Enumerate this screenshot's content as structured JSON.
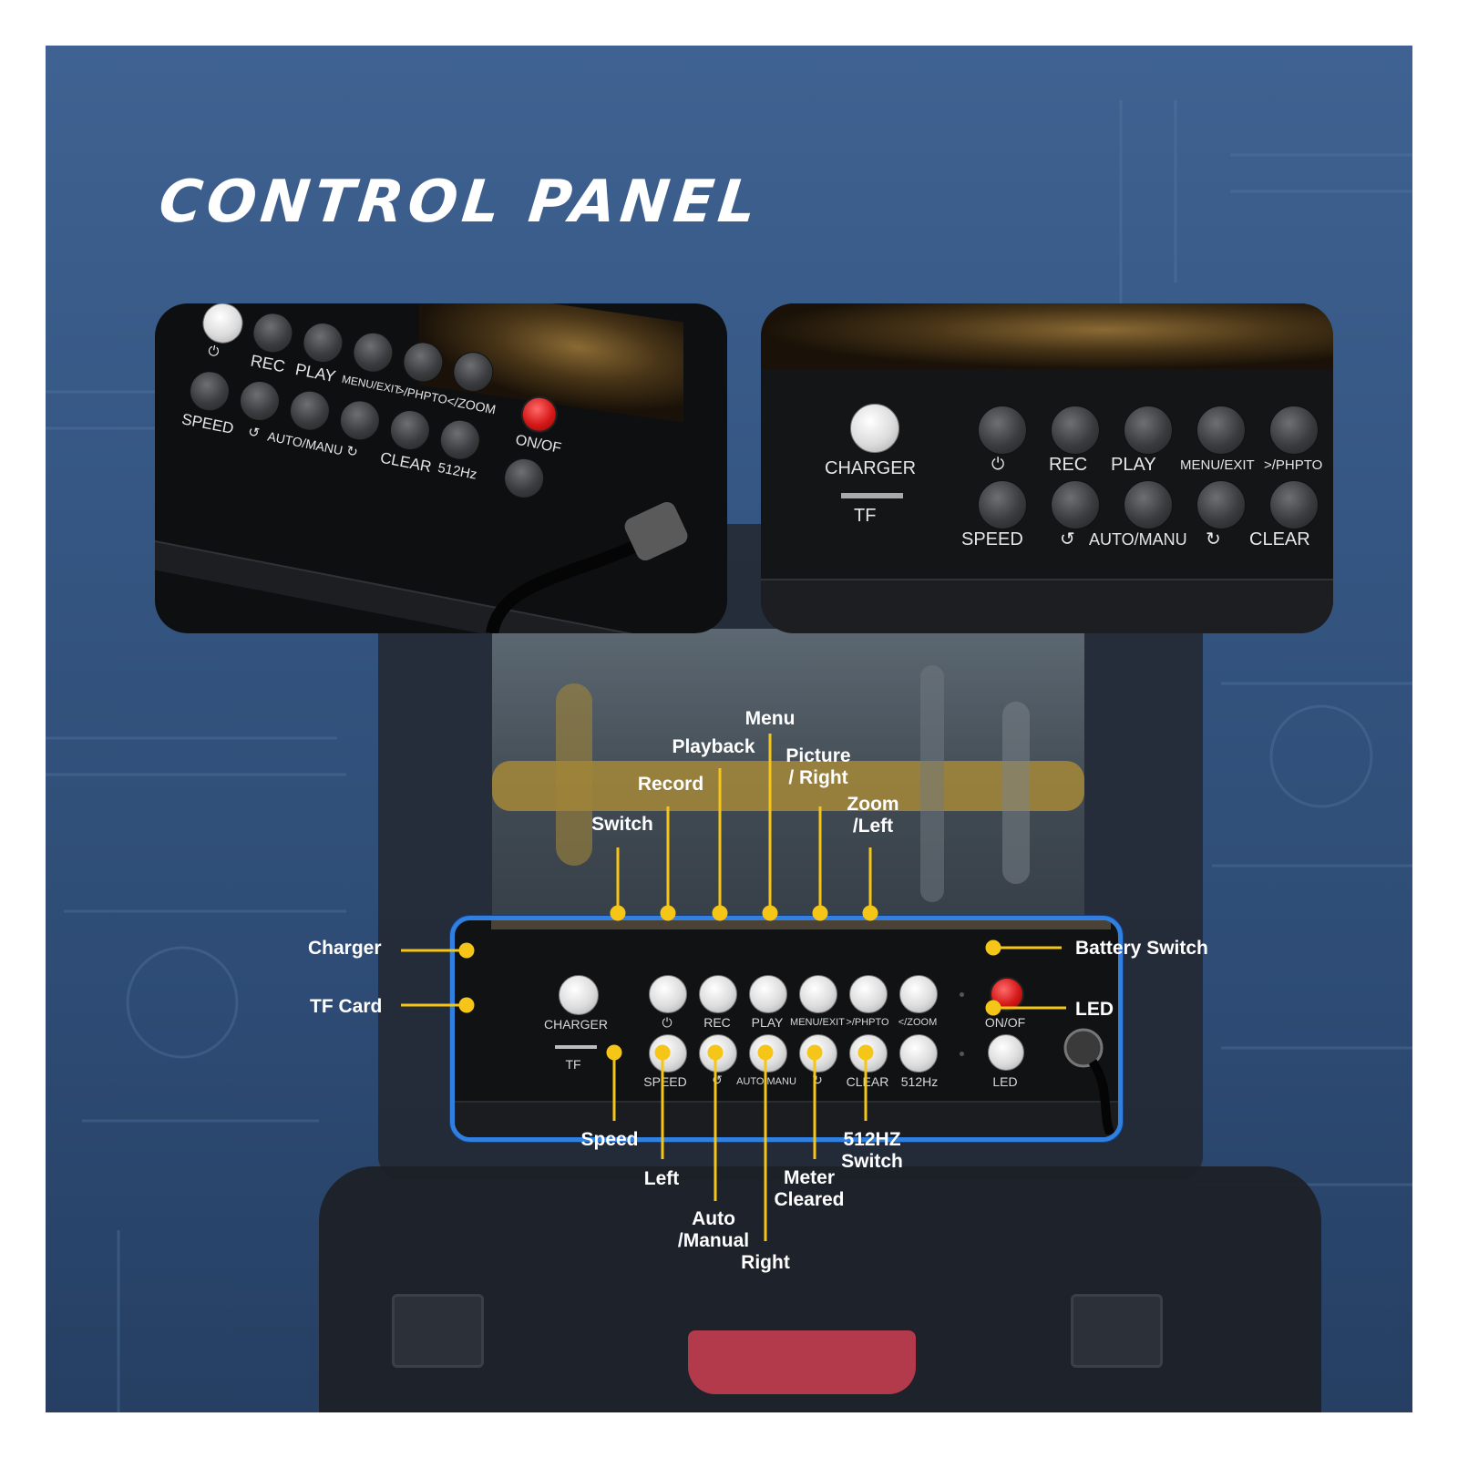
{
  "title": "CONTROL PANEL",
  "colors": {
    "background": "#355682",
    "callout_line": "#f5c518",
    "panel_border": "#2f80e0",
    "power_button": "#d51818"
  },
  "photo_left": {
    "labels": [
      "REC",
      "PLAY",
      "MENU/EXIT",
      ">/PHPTO",
      "</ZOOM",
      "SPEED",
      "AUTO/MANU",
      "CLEAR",
      "512Hz",
      "ON/OF"
    ],
    "icons": [
      "power-icon",
      "cycle-icon"
    ]
  },
  "photo_right": {
    "charger_label": "CHARGER",
    "tf_label": "TF",
    "top_labels": [
      "REC",
      "PLAY",
      "MENU/EXIT",
      ">/PHPTO"
    ],
    "bottom_labels": [
      "SPEED",
      "AUTO/MANU",
      "CLEAR"
    ],
    "icons": [
      "power-icon",
      "cycle-icon"
    ]
  },
  "panel": {
    "charger_label": "CHARGER",
    "tf_label": "TF",
    "top_labels": [
      "REC",
      "PLAY",
      "MENU/EXIT",
      ">/PHPTO",
      "</ZOOM"
    ],
    "bottom_labels": [
      "SPEED",
      "AUTO/MANU",
      "CLEAR",
      "512Hz"
    ],
    "onof_label": "ON/OF",
    "led_label": "LED",
    "icons": [
      "power-icon",
      "cycle-icon"
    ]
  },
  "callouts": {
    "menu": "Menu",
    "playback": "Playback",
    "picture_right": [
      "Picture",
      "/ Right"
    ],
    "record": "Record",
    "zoom_left": [
      "Zoom",
      "/Left"
    ],
    "switch": "Switch",
    "charger": "Charger",
    "tf_card": "TF Card",
    "battery_switch": "Battery Switch",
    "led": "LED",
    "speed": "Speed",
    "left": "Left",
    "auto_manual": [
      "Auto",
      "/Manual"
    ],
    "right": "Right",
    "meter_cleared": [
      "Meter",
      "Cleared"
    ],
    "hz_switch": [
      "512HZ",
      "Switch"
    ]
  }
}
